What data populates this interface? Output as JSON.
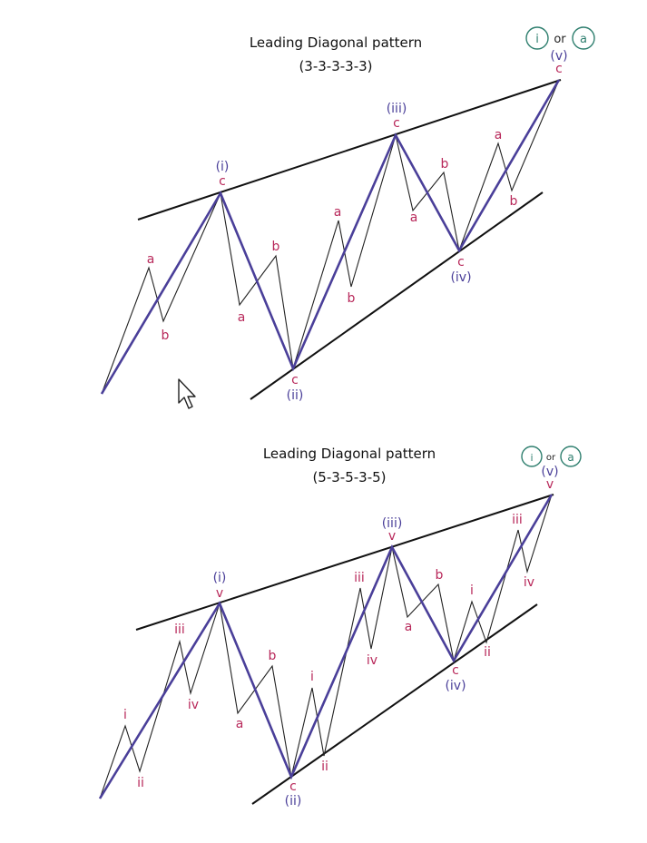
{
  "diagrams": [
    {
      "title": "Leading Diagonal pattern",
      "subtitle": "(3-3-3-3-3)",
      "badge": {
        "first": "i",
        "or": "or",
        "second": "a"
      },
      "wave_labels": [
        "(i)",
        "(ii)",
        "(iii)",
        "(iv)",
        "(v)"
      ],
      "sub_labels": {
        "w1": [
          "a",
          "b",
          "c"
        ],
        "w2": [
          "a",
          "b",
          "c"
        ],
        "w3": [
          "a",
          "b",
          "c"
        ],
        "w4": [
          "a",
          "b",
          "c"
        ],
        "w5": [
          "a",
          "b",
          "c"
        ]
      }
    },
    {
      "title": "Leading Diagonal pattern",
      "subtitle": "(5-3-5-3-5)",
      "badge": {
        "first": "i",
        "or": "or",
        "second": "a"
      },
      "wave_labels": [
        "(i)",
        "(ii)",
        "(iii)",
        "(iv)",
        "(v)"
      ],
      "sub_labels": {
        "w1": [
          "i",
          "ii",
          "iii",
          "iv",
          "v"
        ],
        "w2": [
          "a",
          "b",
          "c"
        ],
        "w3": [
          "i",
          "ii",
          "iii",
          "iv",
          "v"
        ],
        "w4": [
          "a",
          "b",
          "c"
        ],
        "w5": [
          "i",
          "ii",
          "iii",
          "iv",
          "v"
        ]
      }
    }
  ],
  "colors": {
    "main_wave": "#4a3f99",
    "sub_wave": "#222222",
    "trendline": "#111111",
    "sub_label": "#b8285a",
    "degree_label": "#4a3f99",
    "badge": "#2f7f6f"
  },
  "icons": {
    "cursor": "mouse-pointer-icon"
  }
}
